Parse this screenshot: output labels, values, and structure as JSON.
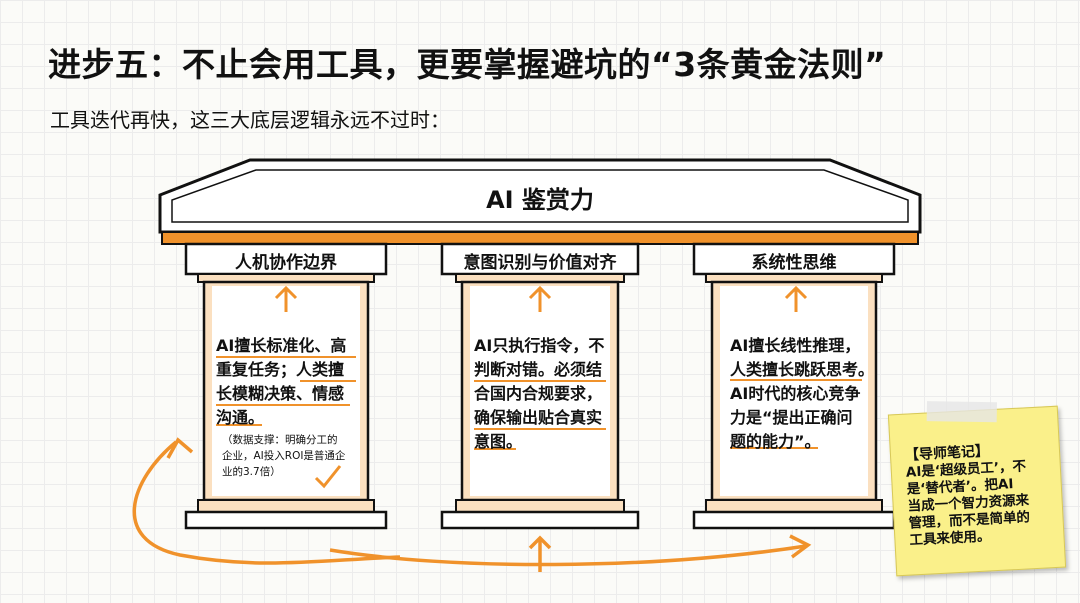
{
  "title": "进步五：不止会用工具，更要掌握避坑的“3条黄金法则”",
  "subtitle": "工具迭代再快，这三大底层逻辑永远不过时：",
  "roof": {
    "label": "AI 鉴赏力"
  },
  "columns": [
    {
      "header": "人机协作边界",
      "lines": [
        "AI擅长标准化、高",
        "重复任务；人类擅",
        "长模糊决策、情感",
        "沟通。"
      ],
      "note_lines": [
        "（数据支撑：明确分工的",
        "企业，AI投入ROI是普通企",
        "业的3.7倍）"
      ]
    },
    {
      "header": "意图识别与价值对齐",
      "lines": [
        "AI只执行指令，不",
        "判断对错。必须结",
        "合国内合规要求，",
        "确保输出贴合真实",
        "意图。"
      ]
    },
    {
      "header": "系统性思维",
      "lines": [
        "AI擅长线性推理，",
        "人类擅长跳跃思考。",
        "AI时代的核心竞争",
        "力是“提出正确问",
        "题的能力”。"
      ]
    }
  ],
  "sticky_note": {
    "title": "【导师笔记】",
    "lines": [
      "AI是‘超级员工’，不",
      "是‘替代者’。把AI",
      "当成一个智力资源来",
      "管理，而不是简单的",
      "工具来使用。"
    ]
  },
  "colors": {
    "accent": "#f0922b",
    "pillar_fill": "#fbe0c0",
    "sticky": "#faf08a"
  }
}
